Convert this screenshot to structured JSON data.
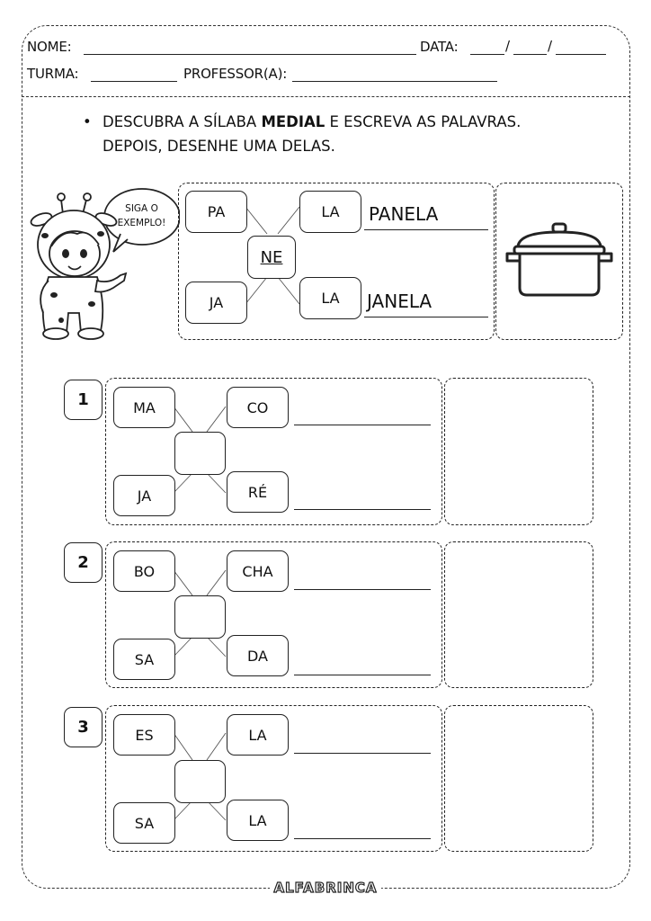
{
  "header": {
    "nome_label": "NOME:",
    "data_label": "DATA:",
    "slash1": "/",
    "slash2": "/",
    "turma_label": "TURMA:",
    "professor_label": "PROFESSOR(A):"
  },
  "instructions": {
    "bullet": "•",
    "line1_pre": "DESCUBRA A SÍLABA ",
    "line1_bold": "MEDIAL",
    "line1_post": " E ESCREVA AS PALAVRAS.",
    "line2": "DEPOIS, DESENHE UMA DELAS."
  },
  "example": {
    "bubble_line1": "SIGA O",
    "bubble_line2": "EXEMPLO!",
    "top_left": "PA",
    "top_right": "LA",
    "middle": "NE",
    "bottom_left": "JA",
    "bottom_right": "LA",
    "word_top": "PANELA",
    "word_bottom": "JANELA",
    "drawing_icon": "cooking-pot-icon"
  },
  "exercises": [
    {
      "number": "1",
      "top_left": "MA",
      "top_right": "CO",
      "bottom_left": "JA",
      "bottom_right": "RÉ"
    },
    {
      "number": "2",
      "top_left": "BO",
      "top_right": "CHA",
      "bottom_left": "SA",
      "bottom_right": "DA"
    },
    {
      "number": "3",
      "top_left": "ES",
      "top_right": "LA",
      "bottom_left": "SA",
      "bottom_right": "LA"
    }
  ],
  "footer": {
    "brand": "ALFABRINCA"
  }
}
